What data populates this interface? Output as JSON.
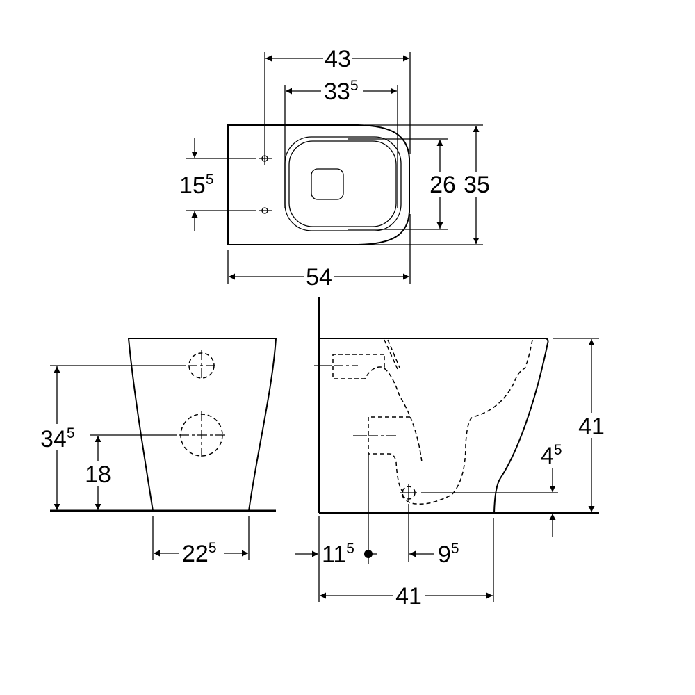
{
  "title": "Floor-standing toilet dimension drawing",
  "views": {
    "top": {
      "width_outer": {
        "base": "43",
        "sup": ""
      },
      "width_inner": {
        "base": "33",
        "sup": "5"
      },
      "hole_spacing": {
        "base": "15",
        "sup": "5"
      },
      "seat_depth": {
        "base": "26",
        "sup": ""
      },
      "total_depth": {
        "base": "35",
        "sup": ""
      },
      "total_length": {
        "base": "54",
        "sup": ""
      }
    },
    "front": {
      "upper_inlet_height": {
        "base": "34",
        "sup": "5"
      },
      "lower_inlet_height": {
        "base": "18",
        "sup": ""
      },
      "base_width": {
        "base": "22",
        "sup": "5"
      }
    },
    "side": {
      "height": {
        "base": "41",
        "sup": ""
      },
      "drain_height": {
        "base": "4",
        "sup": "5"
      },
      "inlet_offset": {
        "base": "11",
        "sup": "5"
      },
      "drain_offset": {
        "base": "9",
        "sup": "5"
      },
      "length": {
        "base": "41",
        "sup": ""
      }
    }
  }
}
